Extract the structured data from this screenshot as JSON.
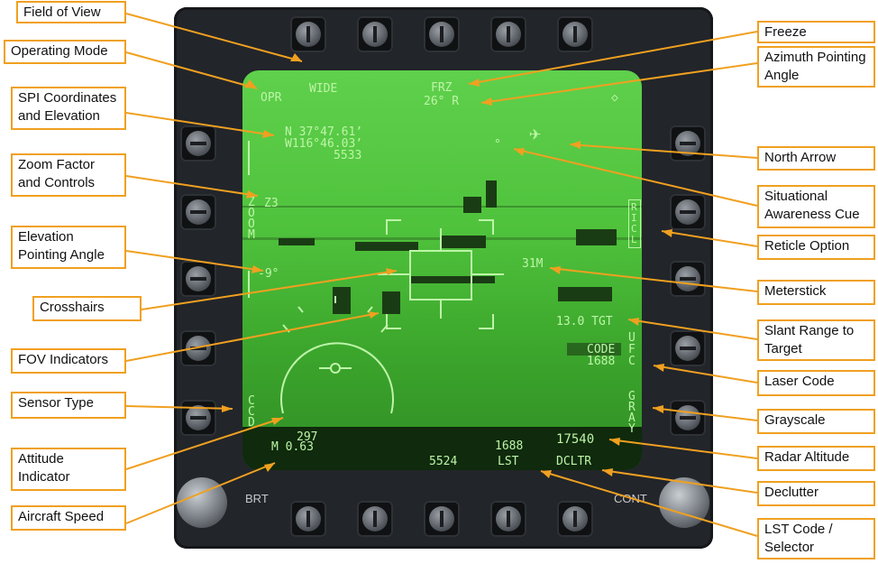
{
  "colors": {
    "callout_border": "#f0a020",
    "leader": "#f0a020",
    "hud_text": "#bdf5a8",
    "flir_green": "#4fc23c"
  },
  "knobs": {
    "brt_label": "BRT",
    "cont_label": "CONT"
  },
  "hud": {
    "fov": "WIDE",
    "mode": "OPR",
    "freeze": "FRZ",
    "azimuth": "26° R",
    "lat": "N 37°47.61’",
    "lon": "W116°46.03’",
    "elev": "5533",
    "zoom_letters": [
      "Z",
      "O",
      "O",
      "M"
    ],
    "zoom_value": "Z3",
    "elev_angle": "-9°",
    "meterstick": "31M",
    "slant_range": "13.0 TGT",
    "code_label": "CODE",
    "code_value": "1688",
    "ricl_letters": [
      "R",
      "I",
      "C",
      "L"
    ],
    "ufc_letters": [
      "U",
      "F",
      "C"
    ],
    "gray_letters": [
      "G",
      "R",
      "A",
      "Y"
    ],
    "ccd_letters": [
      "C",
      "C",
      "D"
    ],
    "heading": "297",
    "mach": "M 0.63",
    "osb_5524": "5524",
    "lst_code": "1688",
    "lst": "LST",
    "radalt": "17540",
    "dcltr": "DCLTR"
  },
  "callouts": {
    "field_of_view": "Field of View",
    "operating_mode": "Operating Mode",
    "spi_coords": "SPI Coordinates and Elevation",
    "zoom": "Zoom Factor and Controls",
    "elev_pointing": "Elevation Pointing Angle",
    "crosshairs": "Crosshairs",
    "fov_indicators": "FOV Indicators",
    "sensor_type": "Sensor Type",
    "attitude": "Attitude Indicator",
    "speed": "Aircraft Speed",
    "freeze": "Freeze",
    "azimuth": "Azimuth Pointing Angle",
    "north_arrow": "North Arrow",
    "sa_cue": "Situational Awareness Cue",
    "reticle": "Reticle Option",
    "meterstick": "Meterstick",
    "slant_range": "Slant Range to Target",
    "laser_code": "Laser Code",
    "grayscale": "Grayscale",
    "radar_alt": "Radar Altitude",
    "declutter": "Declutter",
    "lst_code": "LST Code / Selector"
  }
}
